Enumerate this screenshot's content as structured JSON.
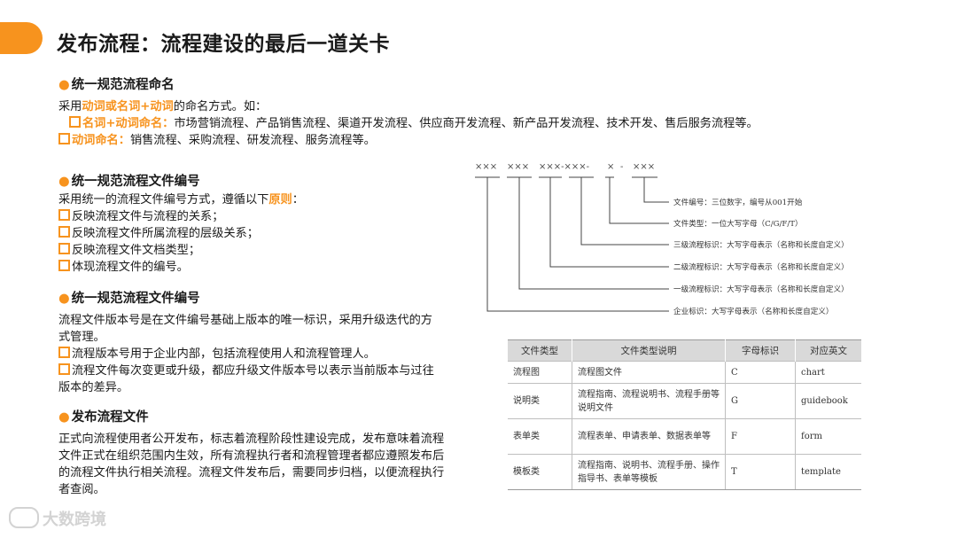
{
  "title": "发布流程：流程建设的最后一道关卡",
  "sections": [
    {
      "heading": "统一规范流程命名",
      "intro_prefix": "采用",
      "intro_highlight": "动词或名词+动词",
      "intro_suffix": "的命名方式。如：",
      "items": [
        {
          "label": "名词+动词命名：",
          "text": "市场营销流程、产品销售流程、渠道开发流程、供应商开发流程、新产品开发流程、技术开发、售后服务流程等。"
        },
        {
          "label": "动词命名：",
          "text": "销售流程、采购流程、研发流程、服务流程等。"
        }
      ]
    },
    {
      "heading": "统一规范流程文件编号",
      "intro_prefix": "采用统一的流程文件编号方式，遵循以下",
      "intro_highlight": "原则",
      "intro_suffix": "：",
      "items": [
        "反映流程文件与流程的关系；",
        "反映流程文件所属流程的层级关系；",
        "反映流程文件文档类型；",
        "体现流程文件的编号。"
      ]
    },
    {
      "heading": "统一规范流程文件编号",
      "para": "流程文件版本号是在文件编号基础上版本的唯一标识，采用升级迭代的方式管理。",
      "items": [
        "流程版本号用于企业内部，包括流程使用人和流程管理人。",
        "流程文件每次变更或升级，都应升级文件版本号以表示当前版本与过往版本的差异。"
      ]
    },
    {
      "heading": "发布流程文件",
      "para": "正式向流程使用者公开发布，标志着流程阶段性建设完成，发布意味着流程文件正式在组织范围内生效，所有流程执行者和流程管理者都应遵照发布后的流程文件执行相关流程。流程文件发布后，需要同步归档，以便流程执行者查阅。"
    }
  ],
  "diagram": {
    "segments": [
      "×××",
      "×××",
      "×××-×××-",
      "×",
      "-",
      "×××"
    ],
    "labels": [
      "文件编号：三位数字，编号从001开始",
      "文件类型：一位大写字母（C/G/F/T）",
      "三级流程标识：大写字母表示（名称和长度自定义）",
      "二级流程标识：大写字母表示（名称和长度自定义）",
      "一级流程标识：大写字母表示（名称和长度自定义）",
      "企业标识：大写字母表示（名称和长度自定义）"
    ]
  },
  "table": {
    "headers": [
      "文件类型",
      "文件类型说明",
      "字母标识",
      "对应英文"
    ],
    "rows": [
      [
        "流程图",
        "流程图文件",
        "C",
        "chart"
      ],
      [
        "说明类",
        "流程指南、流程说明书、流程手册等说明文件",
        "G",
        "guidebook"
      ],
      [
        "表单类",
        "流程表单、申请表单、数据表单等",
        "F",
        "form"
      ],
      [
        "模板类",
        "流程指南、说明书、流程手册、操作指导书、表单等模板",
        "T",
        "template"
      ]
    ]
  },
  "watermark": "大数跨境",
  "colors": {
    "accent": "#f7931e",
    "table_header": "#d9d9d9"
  }
}
